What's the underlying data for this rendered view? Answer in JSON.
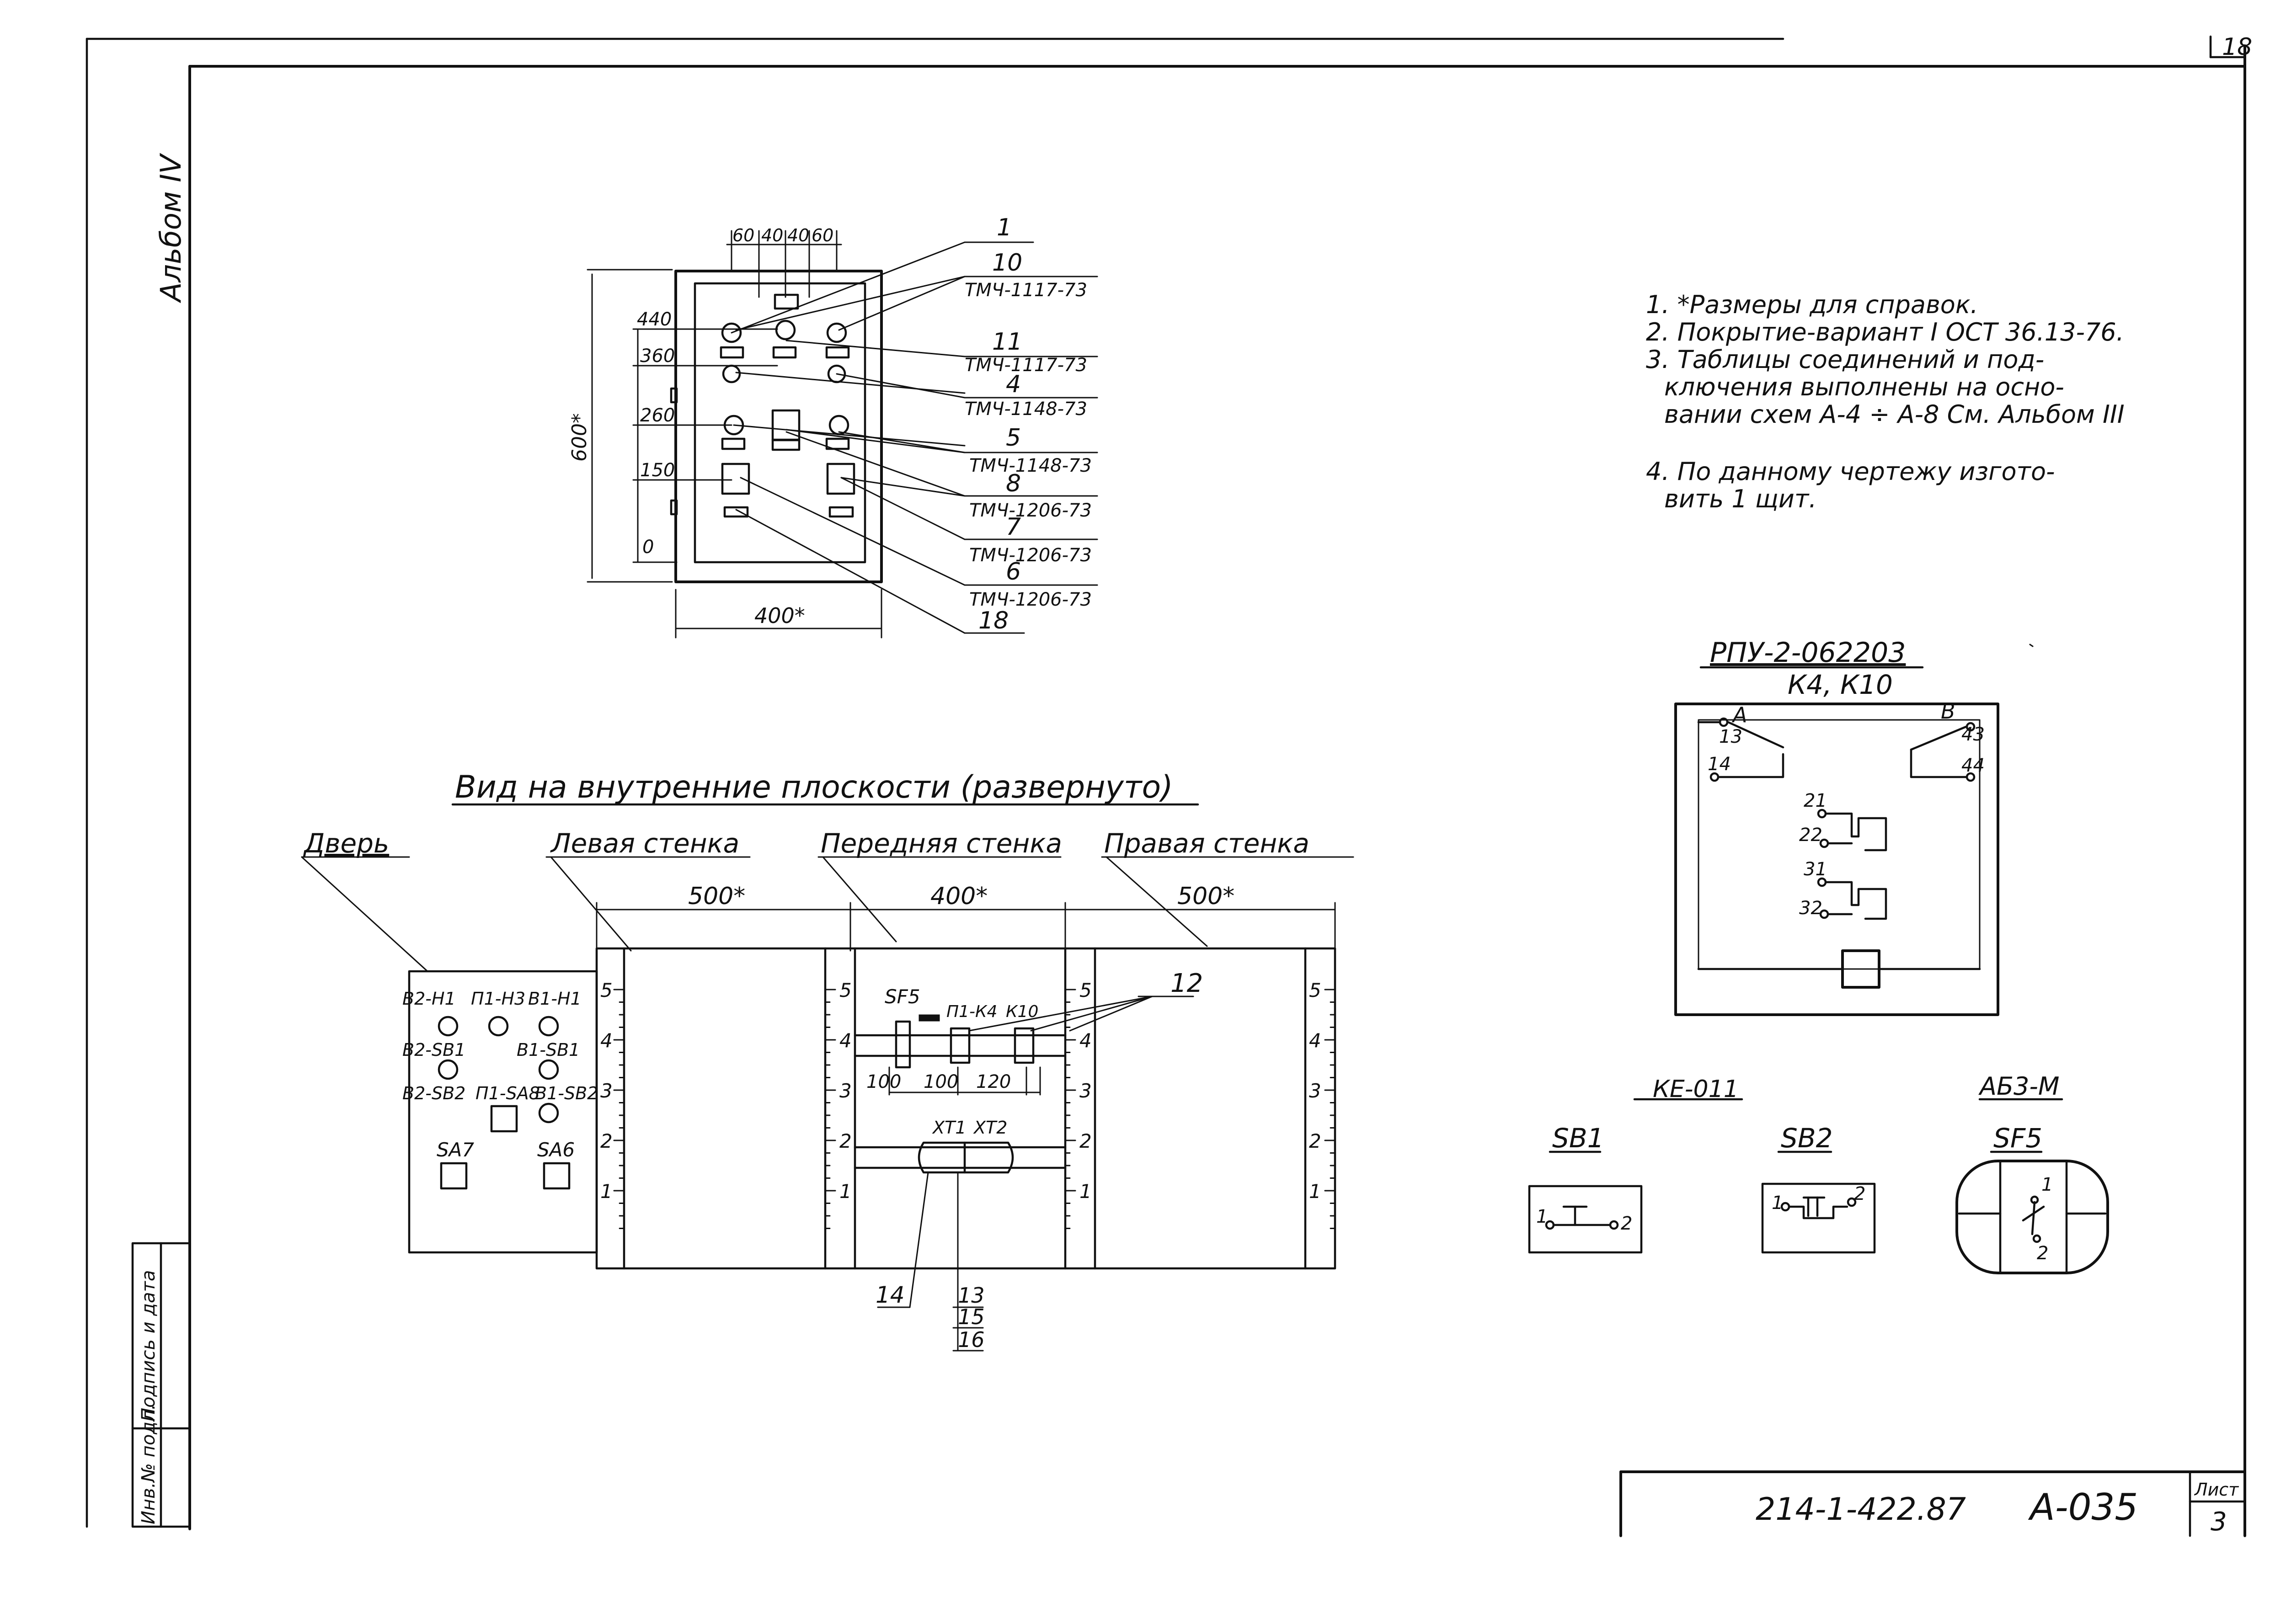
{
  "sheet": {
    "album_label": "Альбом IV",
    "corner_number": "18",
    "sheet_label": "Лист",
    "sheet_number": "3",
    "doc_number": "214-1-422.87",
    "drawing_code": "А-035",
    "side_stamp": [
      "Инв.№ подл.",
      "Подпись и дата"
    ]
  },
  "notes": [
    "1. *Размеры для справок.",
    "2. Покрытие-вариант I ОСТ 36.13-76.",
    "3. Таблицы соединений и под-",
    "ключения выполнены на осно-",
    "вании схем А-4 ÷ А-8 См. Альбом III",
    "4. По данному чертежу изгото-",
    "вить 1 щит."
  ],
  "door_panel": {
    "top_dims": [
      "60",
      "40",
      "40",
      "60"
    ],
    "height_dim": "600*",
    "width_dim": "400*",
    "levels": [
      "440",
      "360",
      "260",
      "150",
      "0"
    ],
    "callouts": [
      {
        "num": "1",
        "code": ""
      },
      {
        "num": "10",
        "code": "ТМЧ-1117-73"
      },
      {
        "num": "11",
        "code": "ТМЧ-1117-73"
      },
      {
        "num": "4",
        "code": "ТМЧ-1148-73"
      },
      {
        "num": "5",
        "code": "ТМЧ-1148-73"
      },
      {
        "num": "8",
        "code": "ТМЧ-1206-73"
      },
      {
        "num": "7",
        "code": "ТМЧ-1206-73"
      },
      {
        "num": "6",
        "code": "ТМЧ-1206-73"
      },
      {
        "num": "18",
        "code": ""
      }
    ]
  },
  "unfolded": {
    "title": "Вид на внутренние плоскости (развернуто)",
    "sections": [
      "Дверь",
      "Левая стенка",
      "Передняя стенка",
      "Правая стенка"
    ],
    "widths": [
      "500*",
      "400*",
      "500*"
    ],
    "door_labels": [
      "В2-Н1",
      "П1-Н3",
      "В1-Н1",
      "В2-SВ1",
      "В1-SВ1",
      "В2-SВ2",
      "П1-SА8",
      "В1-SВ2",
      "SА7",
      "SА6"
    ],
    "front_labels": [
      "SF5",
      "П1-К4",
      "К10",
      "ХТ1",
      "ХТ2"
    ],
    "front_dims": [
      "100",
      "100",
      "120"
    ],
    "scale_ticks": [
      "5",
      "4",
      "3",
      "2",
      "1"
    ],
    "callouts": [
      "12",
      "14",
      "13",
      "15",
      "16"
    ]
  },
  "relay": {
    "title": "РПУ-2-062203",
    "subtitle": "К4, К10",
    "terminals": [
      "А",
      "13",
      "14",
      "В",
      "43",
      "44",
      "21",
      "22",
      "31",
      "32"
    ]
  },
  "switches": {
    "group_label": "КЕ-011",
    "sb1": {
      "label": "SВ1",
      "t1": "1",
      "t2": "2"
    },
    "sb2": {
      "label": "SВ2",
      "t1": "1",
      "t2": "2"
    },
    "breaker": {
      "type": "АБ3-М",
      "label": "SF5",
      "t1": "1",
      "t2": "2"
    }
  }
}
